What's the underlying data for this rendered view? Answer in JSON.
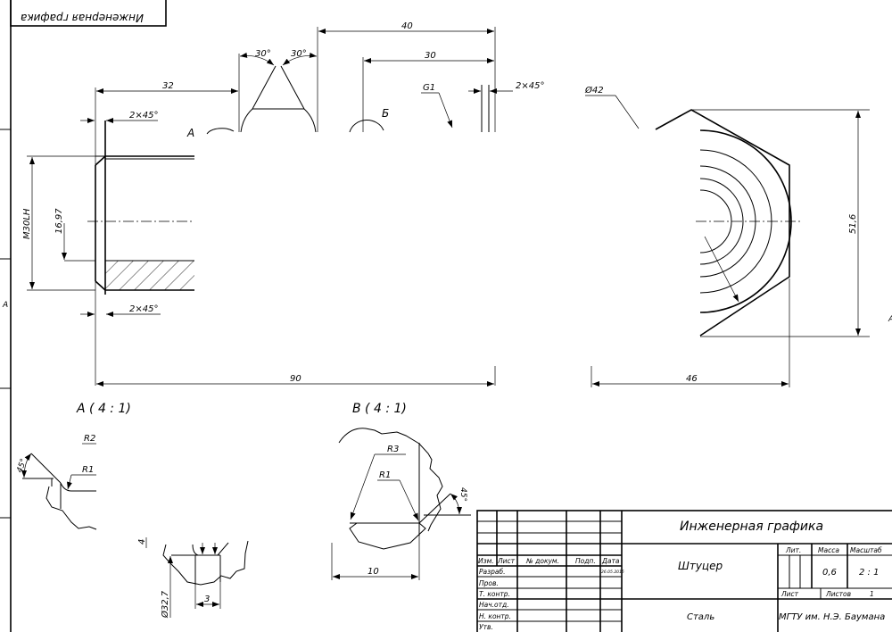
{
  "header_mirrored": "Инженерная графика",
  "side_letter_left": "A",
  "side_letter_right": "A",
  "dimensions": {
    "d32": "32",
    "d40": "40",
    "d30": "30",
    "angle_left": "30°",
    "angle_right": "30°",
    "chamfer_top": "2×45°",
    "chamfer_bottom": "2×45°",
    "chamfer_right": "2×45°",
    "thread": "M30LH",
    "d1697": "16,97",
    "d90": "90",
    "d42": "Ø42",
    "d516": "51,6",
    "d46": "46",
    "g1": "G1",
    "label_a": "А",
    "label_b": "Б"
  },
  "detail_a": {
    "title": "A ( 4 : 1)",
    "r2": "R2",
    "r1": "R1",
    "angle": "45°",
    "d327": "Ø32,7",
    "w3": "3",
    "small": "4"
  },
  "detail_b": {
    "title": "B ( 4 : 1)",
    "r3": "R3",
    "r1": "R1",
    "angle": "45°",
    "d10": "10"
  },
  "title_block": {
    "discipline": "Инженерная графика",
    "part_name": "Штуцер",
    "material": "Сталь",
    "organization": "МГТУ им. Н.Э. Баумана",
    "lit_label": "Лит.",
    "mass_label": "Масса",
    "scale_label": "Масштаб",
    "mass": "0,6",
    "scale": "2 : 1",
    "sheet_label": "Лист",
    "sheets_label": "Листов",
    "sheets": "1",
    "columns": [
      "Изм.",
      "Лист",
      "№ докум.",
      "Подп.",
      "Дата"
    ],
    "rows": [
      "Разраб.",
      "Пров.",
      "Т. контр.",
      "Нач.отд.",
      "Н. контр.",
      "Утв."
    ],
    "date": "26.05.2015"
  }
}
